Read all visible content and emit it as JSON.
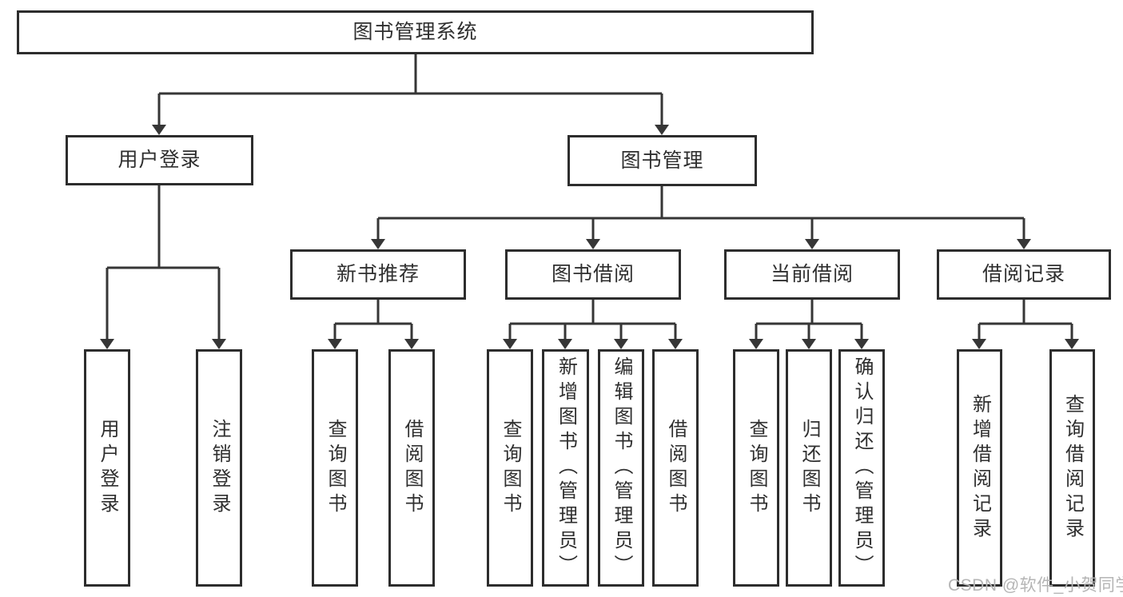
{
  "diagram": {
    "title": "图书管理系统",
    "root": {
      "label": "图书管理系统"
    },
    "branches": [
      {
        "label": "用户登录",
        "children": [
          {
            "label": "用户登录"
          },
          {
            "label": "注销登录"
          }
        ]
      },
      {
        "label": "图书管理",
        "children": [
          {
            "label": "新书推荐",
            "children": [
              {
                "label": "查询图书"
              },
              {
                "label": "借阅图书"
              }
            ]
          },
          {
            "label": "图书借阅",
            "children": [
              {
                "label": "查询图书"
              },
              {
                "label": "新增图书（管理员）"
              },
              {
                "label": "编辑图书（管理员）"
              },
              {
                "label": "借阅图书"
              }
            ]
          },
          {
            "label": "当前借阅",
            "children": [
              {
                "label": "查询图书"
              },
              {
                "label": "归还图书"
              },
              {
                "label": "确认归还（管理员）"
              }
            ]
          },
          {
            "label": "借阅记录",
            "children": [
              {
                "label": "新增借阅记录"
              },
              {
                "label": "查询借阅记录"
              }
            ]
          }
        ]
      }
    ]
  },
  "watermark": {
    "text": "CSDN @软件_小贺同学"
  },
  "colors": {
    "background": "#ffffff",
    "line": "#363636",
    "box_border": "#2d2d2d",
    "text": "#2f2f2f",
    "watermark": "#b5b5b5"
  }
}
